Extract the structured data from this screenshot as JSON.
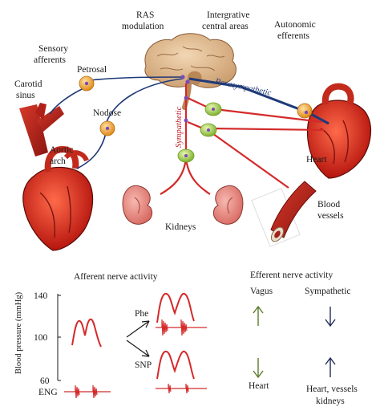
{
  "top": {
    "labels": {
      "ras_line1": "RAS",
      "ras_line2": "modulation",
      "integrative_line1": "Intergrative",
      "integrative_line2": "central areas",
      "autonomic_line1": "Autonomic",
      "autonomic_line2": "efferents",
      "sensory_line1": "Sensory",
      "sensory_line2": "afferents",
      "petrosal": "Petrosal",
      "carotid_line1": "Carotid",
      "carotid_line2": "sinus",
      "nodose": "Nodose",
      "aortic_line1": "Aortic",
      "aortic_line2": "arch",
      "parasympathetic": "Parasympathetic",
      "sympathetic": "Sympathetic",
      "heart": "Heart",
      "blood_line1": "Blood",
      "blood_line2": "vessels",
      "kidneys": "Kidneys"
    }
  },
  "bottom": {
    "afferent_title": "Afferent nerve activity",
    "efferent_title": "Efferent nerve activity",
    "y_axis_label": "Blood pressure (mmHg)",
    "y_ticks": [
      "140",
      "100",
      "60"
    ],
    "eng_label": "ENG",
    "phe_label": "Phe",
    "snp_label": "SNP",
    "vagus_label": "Vagus",
    "sympathetic_label": "Sympathetic",
    "heart_label": "Heart",
    "heart_vessels_line1": "Heart, vessels",
    "heart_vessels_line2": "kidneys"
  },
  "colors": {
    "nerve_blue": "#1f3a78",
    "nerve_red": "#d42a2a",
    "ganglion_orange": "#f0a030",
    "ganglion_green": "#9ccc48",
    "arrow_green": "#5a7a2a",
    "arrow_navy": "#1f2a55"
  }
}
